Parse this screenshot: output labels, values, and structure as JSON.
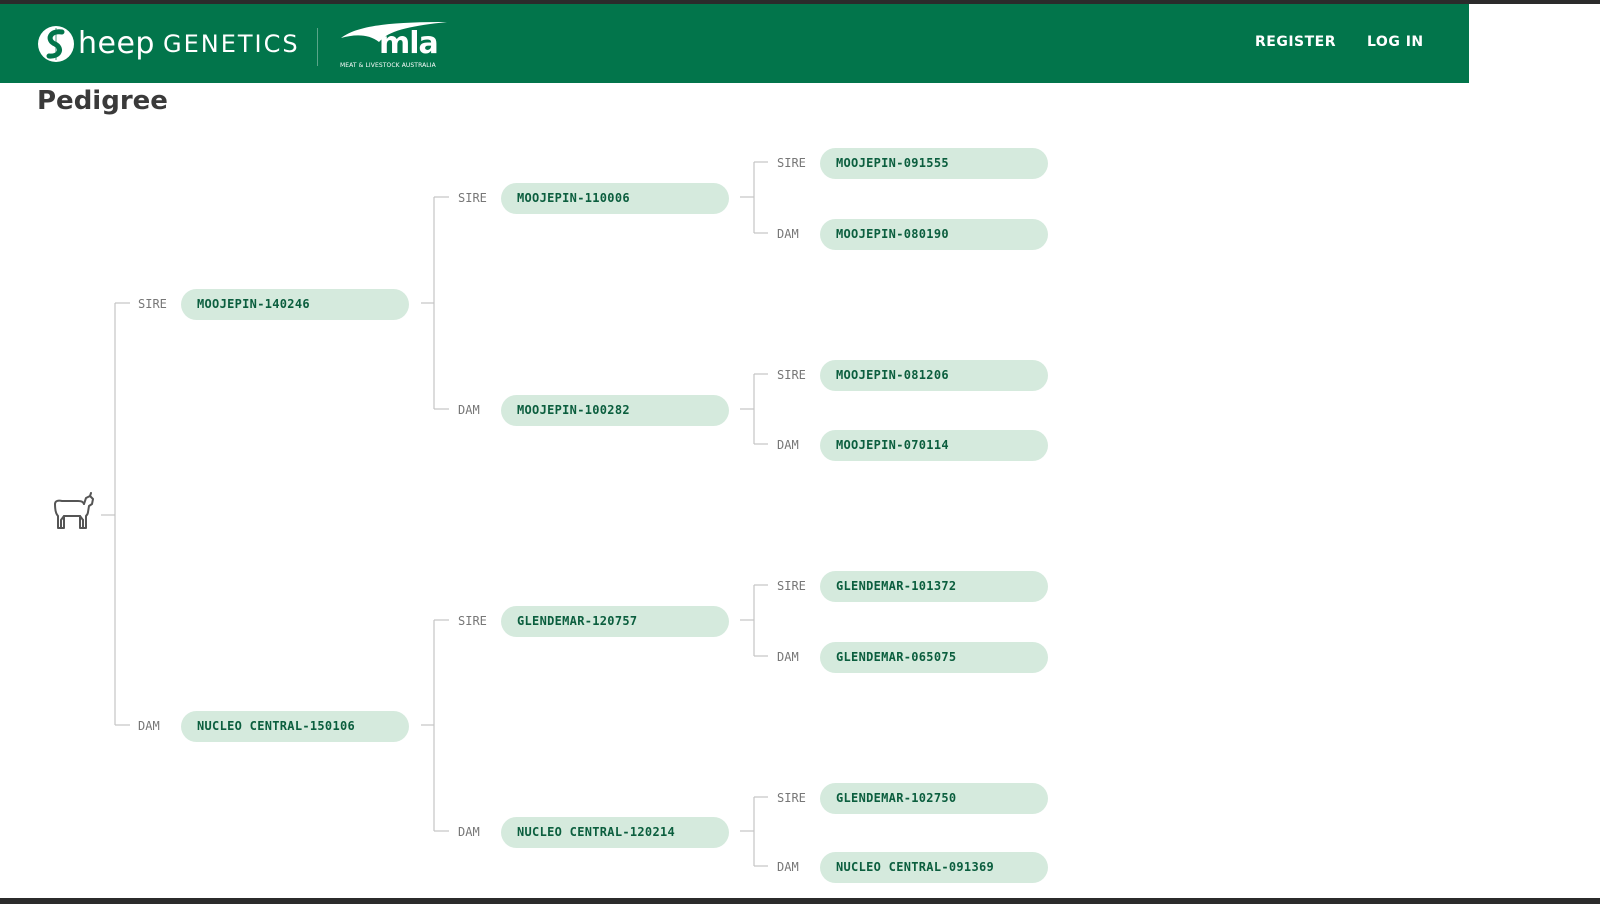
{
  "colors": {
    "header_bg": "#02754b",
    "header_text": "#ffffff",
    "node_bg": "#d5eadd",
    "node_text": "#0b5e3e",
    "line": "#c4c4c4",
    "label_text": "#777777"
  },
  "header": {
    "logo_heep": "heep",
    "logo_genetics": "GENETICS",
    "partner_logo": "mla",
    "partner_tagline": "MEAT & LIVESTOCK AUSTRALIA",
    "nav": {
      "register": "REGISTER",
      "login": "LOG IN"
    }
  },
  "page": {
    "title": "Pedigree"
  },
  "pedigree": {
    "subject_icon": "sheep-icon",
    "labels": {
      "sire": "SIRE",
      "dam": "DAM"
    },
    "sire": {
      "id": "MOOJEPIN-140246",
      "sire": {
        "id": "MOOJEPIN-110006",
        "sire": {
          "id": "MOOJEPIN-091555"
        },
        "dam": {
          "id": "MOOJEPIN-080190"
        }
      },
      "dam": {
        "id": "MOOJEPIN-100282",
        "sire": {
          "id": "MOOJEPIN-081206"
        },
        "dam": {
          "id": "MOOJEPIN-070114"
        }
      }
    },
    "dam": {
      "id": "NUCLEO CENTRAL-150106",
      "sire": {
        "id": "GLENDEMAR-120757",
        "sire": {
          "id": "GLENDEMAR-101372"
        },
        "dam": {
          "id": "GLENDEMAR-065075"
        }
      },
      "dam": {
        "id": "NUCLEO CENTRAL-120214",
        "sire": {
          "id": "GLENDEMAR-102750"
        },
        "dam": {
          "id": "NUCLEO CENTRAL-091369"
        }
      }
    }
  }
}
